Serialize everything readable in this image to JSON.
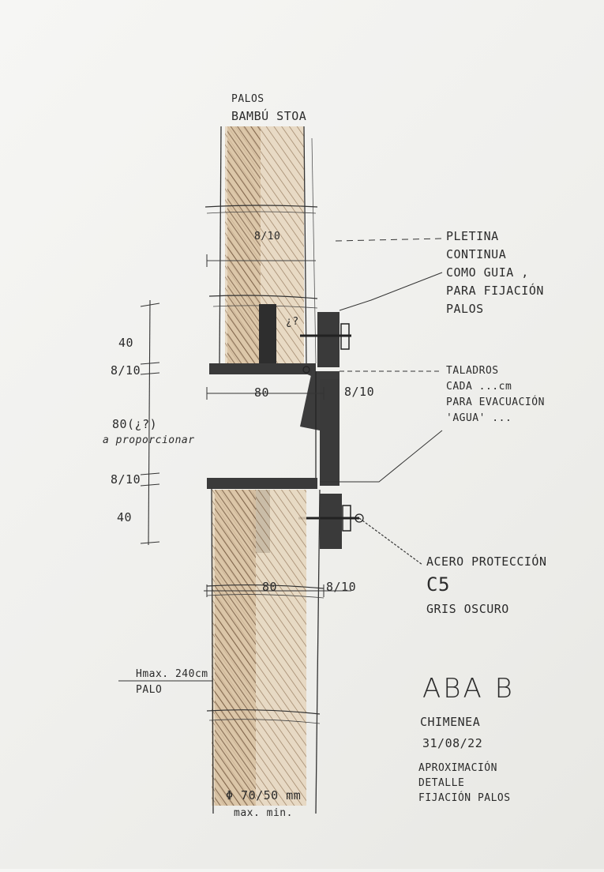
{
  "labels": {
    "palos_title_1": "PALOS",
    "palos_title_2": "BAMBÚ STOA",
    "dim_8_10_top": "8/10",
    "pletina_1": "PLETINA",
    "pletina_2": "CONTINUA",
    "pletina_3": "COMO GUIA ,",
    "pletina_4": "PARA FIJACIÓN",
    "pletina_5": "PALOS",
    "q": "¿?",
    "dim_40_top": "40",
    "dim_8_10_left_a": "8/10",
    "dim_80_mid": "80",
    "dim_8_10_right": "8/10",
    "taladros_1": "TALADROS",
    "taladros_2": "CADA ...cm",
    "taladros_3": "PARA EVACUACIÓN",
    "taladros_4": "'AGUA' ...",
    "dim_80_side": "80(¿?)",
    "dim_proporcionar": "a proporcionar",
    "dim_8_10_left_b": "8/10",
    "dim_40_bottom": "40",
    "acero_1": "ACERO PROTECCIÓN",
    "acero_2": "C5",
    "acero_3": "GRIS OSCURO",
    "dim_80_bottom": "80",
    "dim_8_10_bottom": "8/10",
    "hmax_1": "Hmax. 240cm",
    "hmax_2": "PALO",
    "aba": "ABA B",
    "chimenea": "CHIMENEA",
    "date": "31/08/22",
    "aprox_1": "APROXIMACIÓN",
    "aprox_2": "DETALLE",
    "aprox_3": "FIJACIÓN PALOS",
    "diameter": "Φ 70/50 mm",
    "maxmin": "max.  min."
  },
  "colors": {
    "paper": "#f2f2ef",
    "graphite": "#2b2b2b",
    "bamboo_brown": "#8a6a4a",
    "bamboo_ochre": "#c9a070",
    "steel_dark": "#3a3a3a"
  }
}
